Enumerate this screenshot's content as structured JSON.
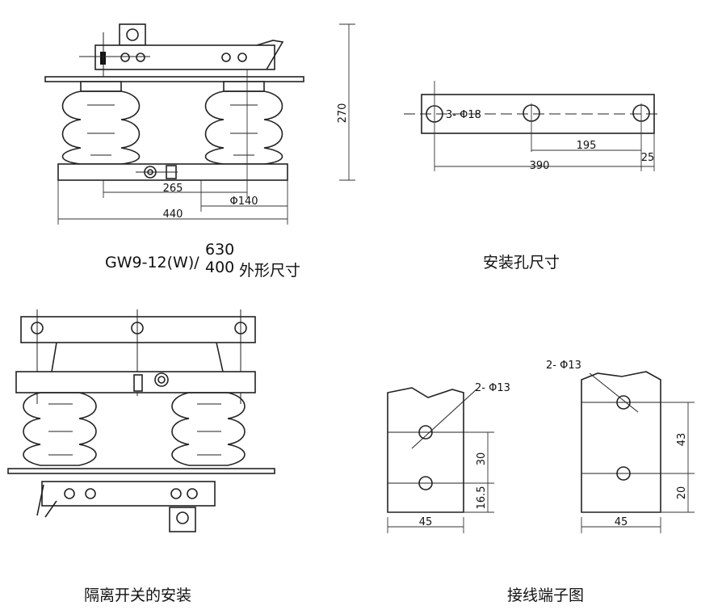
{
  "views": {
    "outline": {
      "model": "GW9-12(W)/",
      "current_top": "630",
      "current_bottom": "400",
      "caption_suffix": "外形尺寸",
      "dims": {
        "height": "270",
        "bolt_spacing": "265",
        "insulator_dia": "Φ140",
        "overall_length": "440"
      }
    },
    "mounting_holes": {
      "caption": "安装孔尺寸",
      "dims": {
        "holes": "3- Φ18",
        "half_spacing": "195",
        "total_spacing": "390",
        "edge": "25"
      }
    },
    "installation": {
      "caption": "隔离开关的安装"
    },
    "terminals": {
      "caption": "接线端子图",
      "left": {
        "holes": "2- Φ13",
        "pitch": "30",
        "edge": "16.5",
        "width": "45"
      },
      "right": {
        "holes": "2- Φ13",
        "pitch": "43",
        "edge": "20",
        "width": "45"
      }
    }
  }
}
